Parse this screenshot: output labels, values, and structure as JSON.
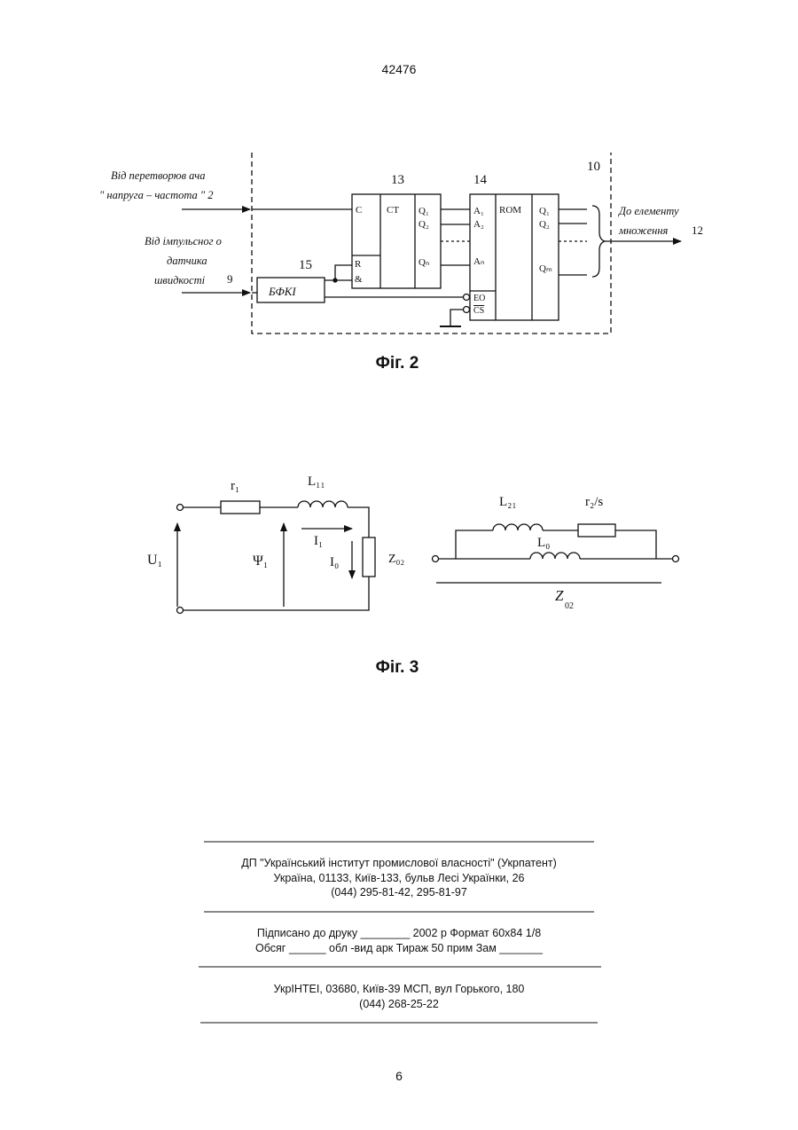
{
  "doc_number": "42476",
  "fig2": {
    "caption": "Фіг. 2",
    "block10_num": "10",
    "block13_num": "13",
    "block14_num": "14",
    "block15_num": "15",
    "in1_line1": "Від перетворюв ача",
    "in1_line2": "\" напруга  – частота \" 2",
    "in2_line1": "Від імпульсног о",
    "in2_line2": "датчика",
    "in2_line3": "швидкості",
    "in2_num": "9",
    "out_line1": "До елементу",
    "out_line2": "множення",
    "out_num": "12",
    "bfki": "БФКІ",
    "ct_c": "C",
    "ct_label": "CT",
    "ct_q1": "Q₁",
    "ct_q2": "Q₂",
    "ct_qn": "Qₙ",
    "ct_r": "R",
    "ct_and": "&",
    "rom_a1": "A₁",
    "rom_a2": "A₂",
    "rom_an": "Aₙ",
    "rom_label": "ROM",
    "rom_eo": "EO",
    "rom_cs": "CS",
    "rom_q1": "Q₁",
    "rom_q2": "Q₂",
    "rom_qm": "Qₘ"
  },
  "fig3": {
    "caption": "Фіг. 3",
    "r1": "r₁",
    "l11": "L₁₁",
    "u1": "U₁",
    "psi1": "Ψ₁",
    "i1": "I₁",
    "i0": "I₀",
    "z02": "Z₀₂",
    "l21": "L₂₁",
    "r2s": "r₂/s",
    "l0": "L₀",
    "z02_bottom": "Z",
    "z02_bottom_sub": "02"
  },
  "imprint": {
    "line1": "ДП \"Український інститут промислової власності\" (Укрпатент)",
    "line2": "Україна, 01133, Київ-133, бульв  Лесі Українки, 26",
    "line3": "(044) 295-81-42, 295-81-97",
    "line4": "Підписано до друку ________ 2002 р     Формат 60x84 1/8",
    "line5": "Обсяг ______ обл -вид  арк    Тираж 50 прим     Зам _______",
    "line6": "УкрІНТЕІ, 03680, Київ-39 МСП, вул  Горького, 180",
    "line7": "(044) 268-25-22"
  },
  "page_number": "6"
}
